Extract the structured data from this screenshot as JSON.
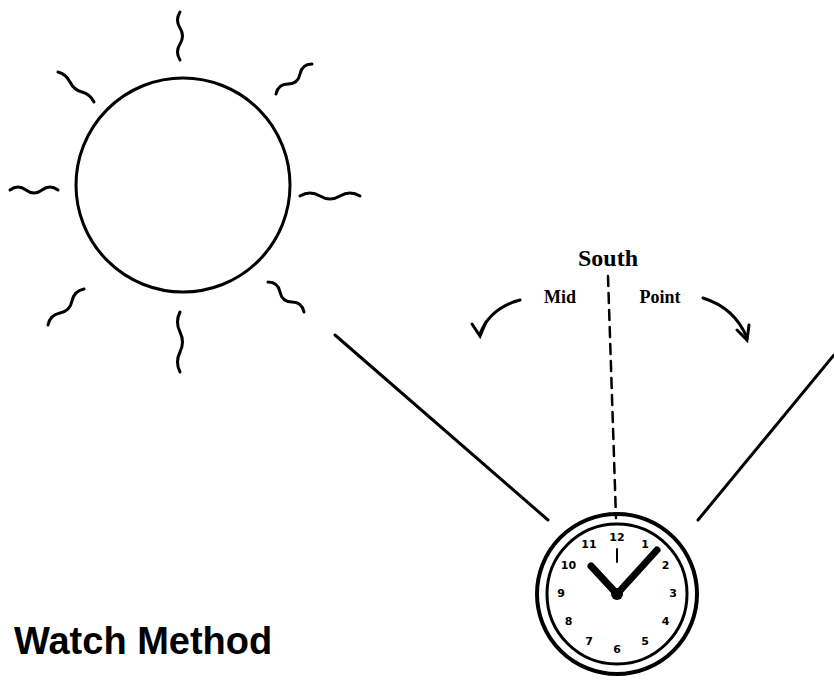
{
  "diagram": {
    "labels": [
      "South",
      "Mid",
      "Point",
      "12",
      "1",
      "2",
      "3",
      "4",
      "5",
      "6",
      "7",
      "8",
      "9",
      "10",
      "11",
      "Watch Method"
    ]
  }
}
